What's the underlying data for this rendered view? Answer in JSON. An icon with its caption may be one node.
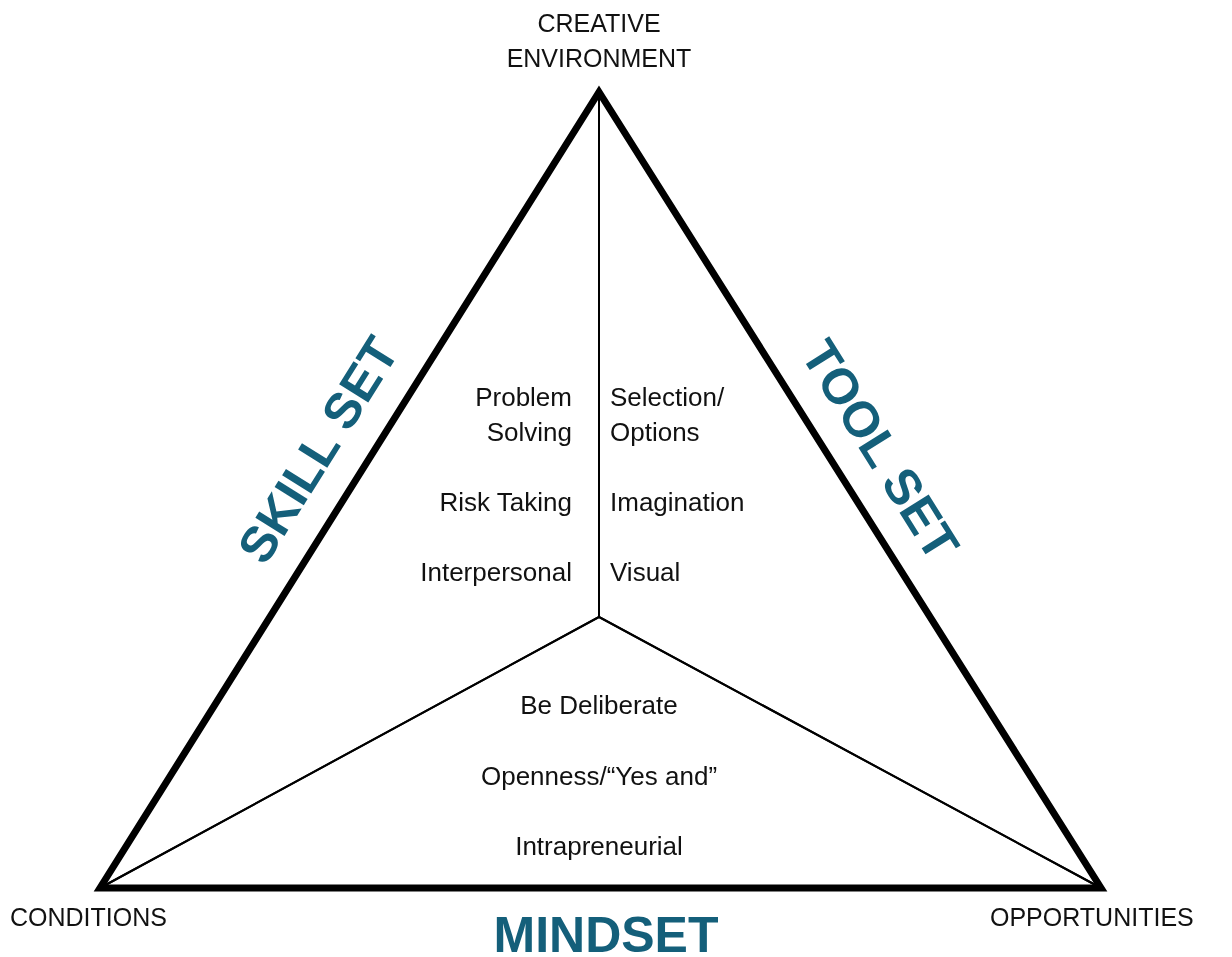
{
  "diagram": {
    "nodes": [
      {
        "text": [
          "Problem Solving",
          "Risk Taking",
          "Interpersonal"
        ],
        "beside": [
          "SKILL SET"
        ]
      },
      {
        "text": [
          "Selection/ Options",
          "Imagination",
          "Visual"
        ],
        "beside": [
          "TOOL SET"
        ]
      },
      {
        "text": [
          "Be Deliberate",
          "Openness/“Yes and”",
          "Intrapreneurial"
        ],
        "beside": [
          "MINDSET"
        ]
      }
    ],
    "labels": [
      "CREATIVE ENVIRONMENT",
      "CONDITIONS",
      "OPPORTUNITIES"
    ]
  }
}
